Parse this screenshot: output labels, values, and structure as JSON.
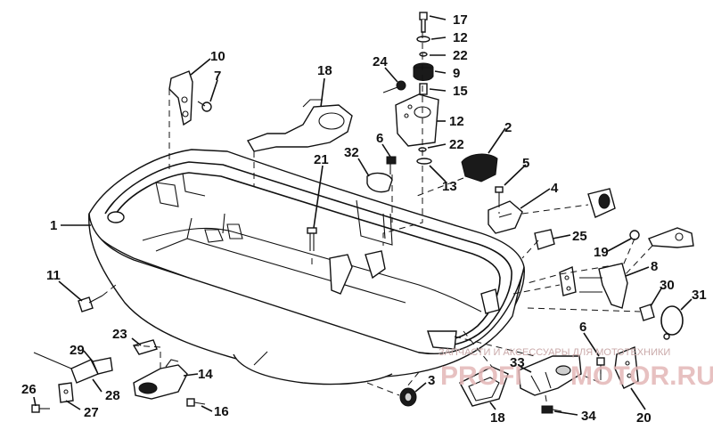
{
  "callouts": [
    {
      "id": "c1",
      "label": "1"
    },
    {
      "id": "c2",
      "label": "2"
    },
    {
      "id": "c3",
      "label": "3"
    },
    {
      "id": "c4",
      "label": "4"
    },
    {
      "id": "c5",
      "label": "5"
    },
    {
      "id": "c6a",
      "label": "6"
    },
    {
      "id": "c6b",
      "label": "6"
    },
    {
      "id": "c7",
      "label": "7"
    },
    {
      "id": "c8",
      "label": "8"
    },
    {
      "id": "c9",
      "label": "9"
    },
    {
      "id": "c10",
      "label": "10"
    },
    {
      "id": "c11",
      "label": "11"
    },
    {
      "id": "c12a",
      "label": "12"
    },
    {
      "id": "c12b",
      "label": "12"
    },
    {
      "id": "c13",
      "label": "13"
    },
    {
      "id": "c14",
      "label": "14"
    },
    {
      "id": "c15",
      "label": "15"
    },
    {
      "id": "c16",
      "label": "16"
    },
    {
      "id": "c17",
      "label": "17"
    },
    {
      "id": "c18a",
      "label": "18"
    },
    {
      "id": "c18b",
      "label": "18"
    },
    {
      "id": "c19",
      "label": "19"
    },
    {
      "id": "c20",
      "label": "20"
    },
    {
      "id": "c21",
      "label": "21"
    },
    {
      "id": "c22a",
      "label": "22"
    },
    {
      "id": "c22b",
      "label": "22"
    },
    {
      "id": "c23",
      "label": "23"
    },
    {
      "id": "c24",
      "label": "24"
    },
    {
      "id": "c25",
      "label": "25"
    },
    {
      "id": "c26",
      "label": "26"
    },
    {
      "id": "c27",
      "label": "27"
    },
    {
      "id": "c28",
      "label": "28"
    },
    {
      "id": "c29",
      "label": "29"
    },
    {
      "id": "c30",
      "label": "30"
    },
    {
      "id": "c31",
      "label": "31"
    },
    {
      "id": "c32",
      "label": "32"
    },
    {
      "id": "c33",
      "label": "33"
    },
    {
      "id": "c34",
      "label": "34"
    }
  ],
  "watermark": {
    "tagline": "ЗАПЧАСТИ И АКСЕССУАРЫ ДЛЯ МОТОТЕХНИКИ",
    "brand_left": "PROFI",
    "brand_right": "MOTOR.RU",
    "colors": {
      "tagline": "#c9a9a9",
      "brand": "#e3b7b7"
    }
  }
}
